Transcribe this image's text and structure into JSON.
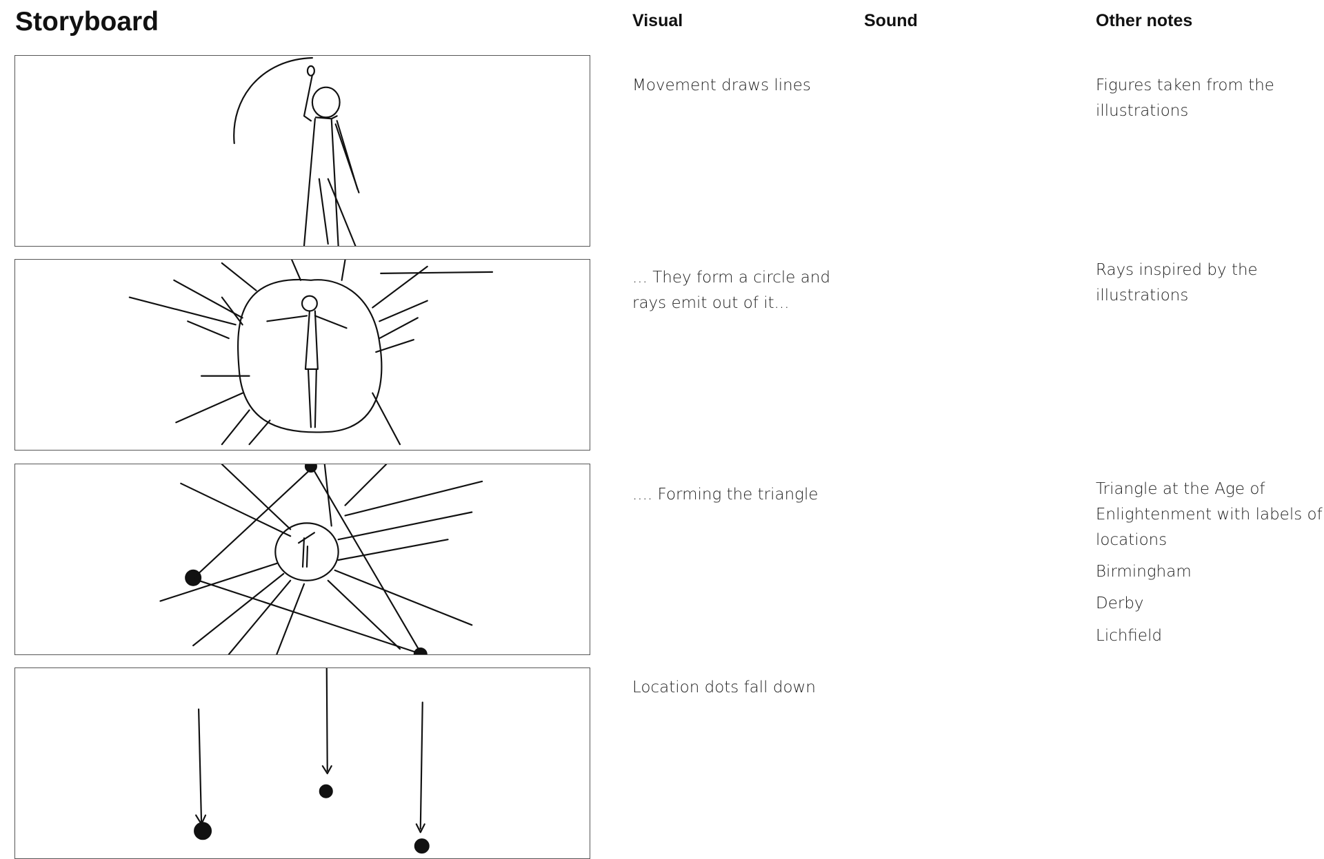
{
  "header": {
    "title": "Storyboard",
    "col_visual": "Visual",
    "col_sound": "Sound",
    "col_other": "Other notes"
  },
  "rows": [
    {
      "visual": "Movement draws lines",
      "sound": "",
      "other": [
        "Figures taken from the illustrations"
      ]
    },
    {
      "visual": "... They form a circle and rays emit out of it...",
      "sound": "",
      "other": [
        "Rays inspired by the illustrations"
      ]
    },
    {
      "visual": ".... Forming the triangle",
      "sound": "",
      "other": [
        "Triangle at the Age of Enlightenment with labels of locations",
        "Birmingham",
        "Derby",
        "Lichfield"
      ]
    },
    {
      "visual": "Location dots fall down",
      "sound": "",
      "other": []
    }
  ],
  "icons": {
    "frame1": "figure-drawing-arc-sketch",
    "frame2": "figure-in-circle-with-rays-sketch",
    "frame3": "triangle-with-dots-sketch",
    "frame4": "falling-dots-sketch"
  }
}
